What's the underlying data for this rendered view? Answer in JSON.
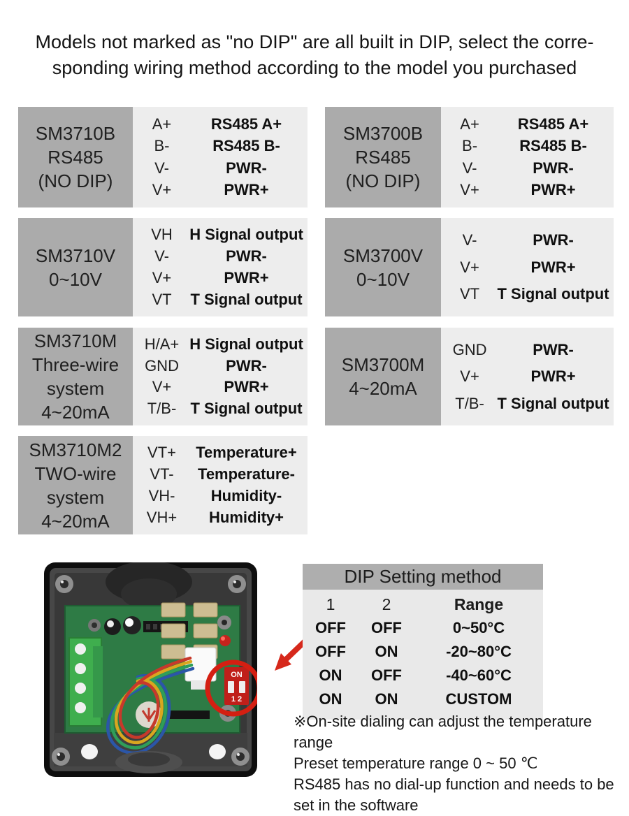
{
  "title": "Models not marked as \"no DIP\" are all built in DIP, select the corre-\nsponding wiring method according to the model you purchased",
  "wiring_tables": [
    {
      "model": "SM3710B\nRS485\n(NO DIP)",
      "pins": [
        {
          "pin": "A+",
          "desc": "RS485 A+"
        },
        {
          "pin": "B-",
          "desc": "RS485 B-"
        },
        {
          "pin": "V-",
          "desc": "PWR-"
        },
        {
          "pin": "V+",
          "desc": "PWR+"
        }
      ]
    },
    {
      "model": "SM3700B\nRS485\n(NO DIP)",
      "pins": [
        {
          "pin": "A+",
          "desc": "RS485 A+"
        },
        {
          "pin": "B-",
          "desc": "RS485 B-"
        },
        {
          "pin": "V-",
          "desc": "PWR-"
        },
        {
          "pin": "V+",
          "desc": "PWR+"
        }
      ]
    },
    {
      "model": "SM3710V\n0~10V",
      "pins": [
        {
          "pin": "VH",
          "desc": "H Signal output"
        },
        {
          "pin": "V-",
          "desc": "PWR-"
        },
        {
          "pin": "V+",
          "desc": "PWR+"
        },
        {
          "pin": "VT",
          "desc": "T Signal output"
        }
      ]
    },
    {
      "model": "SM3700V\n0~10V",
      "pins": [
        {
          "pin": "V-",
          "desc": "PWR-"
        },
        {
          "pin": "V+",
          "desc": "PWR+"
        },
        {
          "pin": "VT",
          "desc": "T Signal output"
        }
      ]
    },
    {
      "model": "SM3710M\nThree-wire\nsystem\n4~20mA",
      "pins": [
        {
          "pin": "H/A+",
          "desc": "H Signal output"
        },
        {
          "pin": "GND",
          "desc": "PWR-"
        },
        {
          "pin": "V+",
          "desc": "PWR+"
        },
        {
          "pin": "T/B-",
          "desc": "T Signal output"
        }
      ]
    },
    {
      "model": "SM3700M\n4~20mA",
      "pins": [
        {
          "pin": "GND",
          "desc": "PWR-"
        },
        {
          "pin": "V+",
          "desc": "PWR+"
        },
        {
          "pin": "T/B-",
          "desc": "T Signal output"
        }
      ]
    },
    {
      "model": "SM3710M2\nTWO-wire\nsystem\n4~20mA",
      "pins": [
        {
          "pin": "VT+",
          "desc": "Temperature+"
        },
        {
          "pin": "VT-",
          "desc": "Temperature-"
        },
        {
          "pin": "VH-",
          "desc": "Humidity-"
        },
        {
          "pin": "VH+",
          "desc": "Humidity+"
        }
      ]
    }
  ],
  "dip_table": {
    "title": "DIP Setting method",
    "columns": [
      "1",
      "2",
      "Range"
    ],
    "rows": [
      [
        "OFF",
        "OFF",
        "0~50°C"
      ],
      [
        "OFF",
        "ON",
        "-20~80°C"
      ],
      [
        "ON",
        "OFF",
        "-40~60°C"
      ],
      [
        "ON",
        "ON",
        "CUSTOM"
      ]
    ]
  },
  "photo": {
    "dip_switch_on_label": "ON",
    "dip_switch_numbers": "1 2"
  },
  "notes": [
    "※On-site dialing can adjust the temperature range",
    "Preset temperature range 0 ~ 50 ℃",
    "RS485 has no dial-up function and needs to be set in the software"
  ],
  "colors": {
    "model_cell_bg": "#ababab",
    "pin_cell_bg": "#ededed",
    "dip_header_bg": "#aeaeae",
    "dip_body_bg": "#e9e9e9",
    "accent_red": "#d6281b",
    "text": "#1a1a1a"
  }
}
